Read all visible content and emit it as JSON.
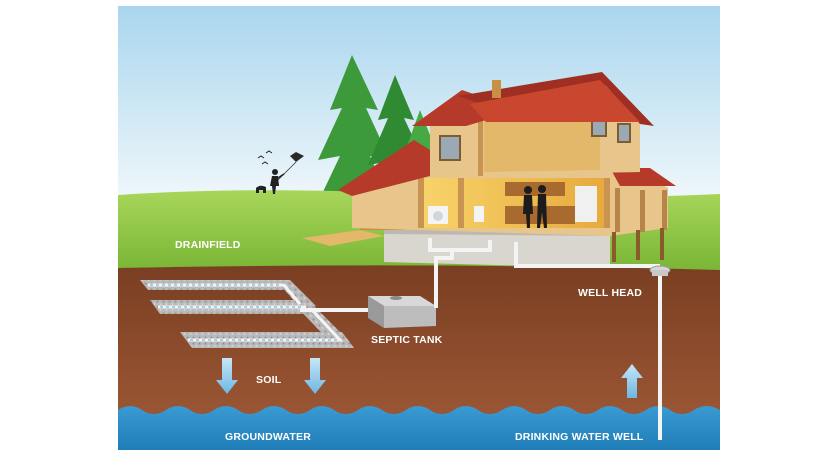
{
  "labels": {
    "drainfield": "DRAINFIELD",
    "septic_tank": "SEPTIC TANK",
    "well_head": "WELL HEAD",
    "soil": "SOIL",
    "groundwater": "GROUNDWATER",
    "drinking_water_well": "DRINKING WATER WELL"
  },
  "colors": {
    "sky_top": "#a9d6ee",
    "sky_bottom": "#f2f8fb",
    "grass": "#8cc63f",
    "soil": "#8b4a2c",
    "groundwater": "#2e8fc8",
    "roof": "#b53a2a",
    "wall": "#e8c58b",
    "pipe": "#f4f4f4",
    "arrow": "#8ec9ea"
  }
}
